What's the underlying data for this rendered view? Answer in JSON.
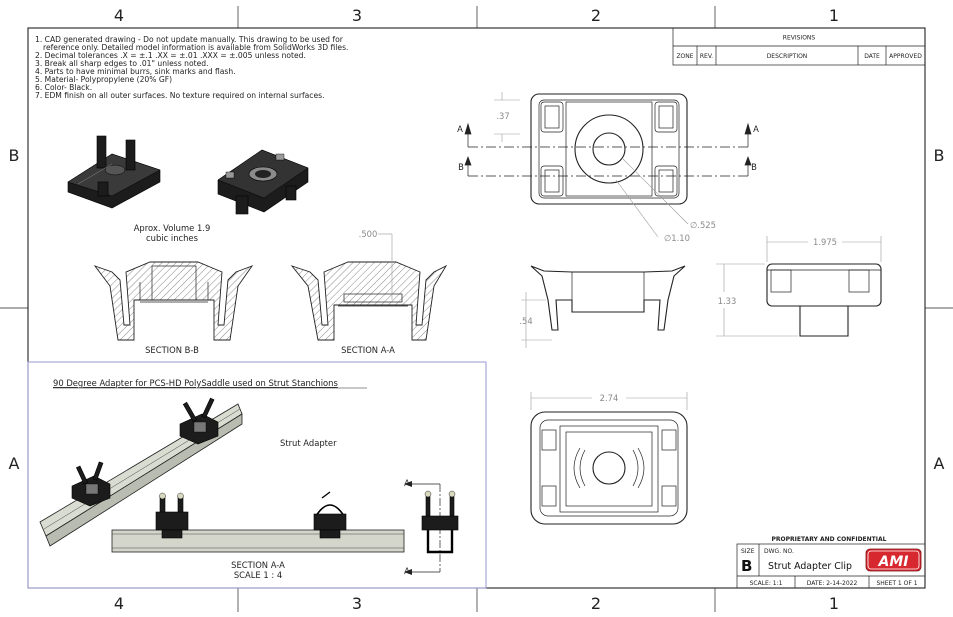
{
  "zones": {
    "cols": [
      "4",
      "3",
      "2",
      "1"
    ],
    "rows": [
      "B",
      "A"
    ]
  },
  "notes": [
    "1. CAD generated drawing - Do not update manually.  This drawing to be used for",
    "reference only.  Detailed model information is available from SolidWorks 3D files.",
    "2. Decimal tolerances   .X = ±.1     .XX = ±.01     .XXX = ±.005     unless noted.",
    "3. Break all sharp edges to .01\" unless noted.",
    "4. Parts to have minimal burrs, sink marks and flash.",
    "5. Material- Polypropylene (20% GF)",
    "6. Color- Black.",
    "7. EDM finish on all outer surfaces.  No texture required on internal surfaces."
  ],
  "revisions": {
    "title": "REVISIONS",
    "headers": [
      "ZONE",
      "REV.",
      "DESCRIPTION",
      "DATE",
      "APPROVED"
    ]
  },
  "volume_line1": "Aprox. Volume 1.9",
  "volume_line2": "cubic inches",
  "section_bb": "SECTION B-B",
  "section_aa": "SECTION A-A",
  "section_aa_scale_title": "SECTION A-A",
  "section_aa_scale": "SCALE 1 : 4",
  "detail_title": "90 Degree Adapter for PCS-HD PolySaddle used on Strut Stanchions",
  "strut_label": "Strut Adapter",
  "markers": {
    "a": "A",
    "b": "B"
  },
  "dims": {
    "d37": ".37",
    "d525": "∅.525",
    "d110": "∅1.10",
    "d500": ".500",
    "d1975": "1.975",
    "d133": "1.33",
    "d54": ".54",
    "d274": "2.74"
  },
  "title_block": {
    "proprietary": "PROPRIETARY AND CONFIDENTIAL",
    "size_label": "SIZE",
    "size": "B",
    "dwg_label": "DWG.  NO.",
    "dwg_title": "Strut Adapter Clip",
    "scale": "SCALE: 1:1",
    "date": "DATE: 2-14-2022",
    "sheet": "SHEET 1 OF 1",
    "logo": "AMI"
  },
  "colors": {
    "logo_red": "#d7282f",
    "detail_frame": "#9a9ad6"
  }
}
